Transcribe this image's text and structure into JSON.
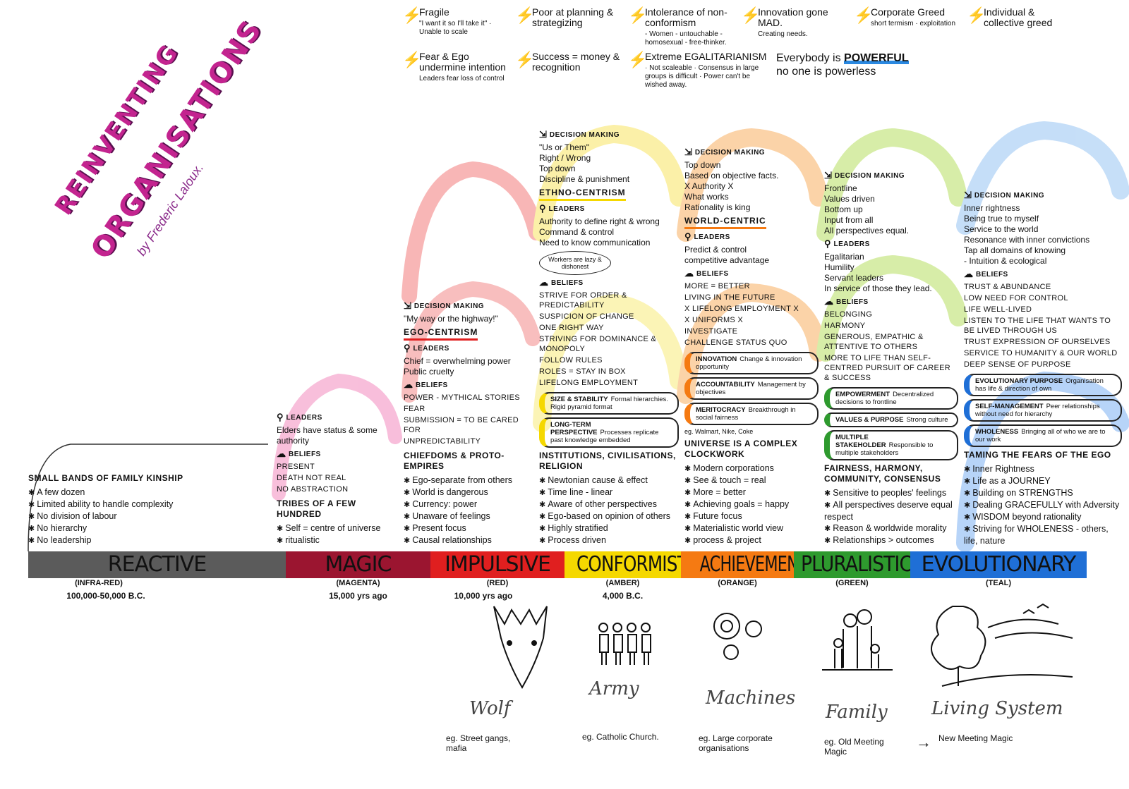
{
  "title": {
    "line1": "REINVENTING",
    "line2": "ORGANISATIONS",
    "author": "by Frederic Laloux."
  },
  "section_labels": {
    "beliefs": "BELIEFS",
    "leaders": "LEADERS",
    "decision_making": "DECISION MAKING"
  },
  "stages": [
    {
      "id": "reactive",
      "name": "REACTIVE",
      "color_label": "(INFRA-RED)",
      "date": "100,000-50,000 B.C.",
      "color": "#5b5b5b",
      "group": "SMALL BANDS OF FAMILY KINSHIP",
      "features": [
        "A few dozen",
        "Limited ability to handle complexity",
        "No division of labour",
        "No hierarchy",
        "No leadership"
      ]
    },
    {
      "id": "magic",
      "name": "MAGIC",
      "color_label": "(MAGENTA)",
      "date": "15,000 yrs ago",
      "color": "#9b1530",
      "group": "TRIBES OF A FEW HUNDRED",
      "features": [
        "Self = centre of universe",
        "ritualistic"
      ],
      "beliefs": [
        "PRESENT",
        "DEATH NOT REAL",
        "NO ABSTRACTION"
      ],
      "leaders": [
        "Elders have status & some authority"
      ]
    },
    {
      "id": "impulsive",
      "name": "IMPULSIVE",
      "color_label": "(RED)",
      "date": "10,000 yrs ago",
      "color": "#e01f1f",
      "group": "CHIEFDOMS & PROTO-EMPIRES",
      "features": [
        "Ego-separate from others",
        "World is dangerous",
        "Currency: power",
        "Unaware of feelings",
        "Present focus",
        "Causal relationships"
      ],
      "beliefs": [
        "POWER - MYTHICAL STORIES",
        "FEAR",
        "SUBMISSION = TO BE CARED FOR",
        "UNPREDICTABILITY"
      ],
      "leaders": [
        "Chief = overwhelming power",
        "Public cruelty"
      ],
      "centrism": "EGO-CENTRISM",
      "decision": [
        "\"My way or the highway!\""
      ],
      "breakdowns": [
        {
          "title": "Fragile",
          "notes": "\"I want it so I'll take it\" · Unable to scale"
        },
        {
          "title": "Poor at planning & strategizing",
          "notes": ""
        }
      ],
      "metaphor": "Wolf",
      "example": "eg. Street gangs, mafia"
    },
    {
      "id": "conformist",
      "name": "CONFORMIST",
      "color_label": "(AMBER)",
      "date": "4,000 B.C.",
      "color": "#f5d800",
      "group": "INSTITUTIONS, CIVILISATIONS, RELIGION",
      "features": [
        "Newtonian cause & effect",
        "Time line - linear",
        "Aware of other perspectives",
        "Ego-based on opinion of others",
        "Highly stratified",
        "Process driven"
      ],
      "beliefs": [
        "STRIVE FOR ORDER & PREDICTABILITY",
        "SUSPICION OF CHANGE",
        "ONE RIGHT WAY",
        "STRIVING FOR DOMINANCE & MONOPOLY",
        "FOLLOW RULES",
        "ROLES = STAY IN BOX",
        "LIFELONG EMPLOYMENT"
      ],
      "leaders": [
        "Authority to define right & wrong",
        "Command & control",
        "Need to know communication"
      ],
      "leaders_note": "Workers are lazy & dishonest",
      "centrism": "ETHNO-CENTRISM",
      "decision": [
        "\"Us or Them\"",
        "Right / Wrong",
        "Top down",
        "Discipline & punishment"
      ],
      "breakdowns": [
        {
          "title": "Intolerance of non-conformism",
          "notes": "- Women - untouchable - homosexual - free-thinker."
        }
      ],
      "breakthroughs": [
        {
          "title": "Size & Stability",
          "text": "Formal hierarchies. Rigid pyramid format"
        },
        {
          "title": "Long-Term Perspective",
          "text": "Processes replicate past knowledge embedded"
        }
      ],
      "metaphor": "Army",
      "example": "eg. Catholic Church."
    },
    {
      "id": "achievement",
      "name": "ACHIEVEMENT",
      "color_label": "(ORANGE)",
      "date": "",
      "color": "#f57a12",
      "group": "UNIVERSE IS A COMPLEX CLOCKWORK",
      "features": [
        "Modern corporations",
        "See & touch = real",
        "More = better",
        "Achieving goals = happy",
        "Future focus",
        "Materialistic world view",
        "process & project"
      ],
      "beliefs": [
        "MORE = BETTER",
        "LIVING IN THE FUTURE",
        "X LIFELONG EMPLOYMENT X",
        "X UNIFORMS X",
        "INVESTIGATE",
        "CHALLENGE STATUS QUO"
      ],
      "leaders": [
        "Predict & control",
        "competitive advantage"
      ],
      "centrism": "WORLD-CENTRIC",
      "decision": [
        "Top down",
        "Based on objective facts.",
        "X Authority X",
        "What works",
        "Rationality is king"
      ],
      "breakdowns": [
        {
          "title": "Innovation gone MAD.",
          "notes": "Creating needs."
        },
        {
          "title": "Corporate Greed",
          "notes": "short termism · exploitation"
        },
        {
          "title": "Individual & collective greed",
          "notes": ""
        },
        {
          "title": "Fear & Ego undermine intention",
          "notes": "Leaders fear loss of control"
        },
        {
          "title": "Success = money & recognition",
          "notes": ""
        }
      ],
      "breakthroughs": [
        {
          "title": "Innovation",
          "text": "Change & innovation opportunity"
        },
        {
          "title": "Accountability",
          "text": "Management by objectives"
        },
        {
          "title": "Meritocracy",
          "text": "Breakthrough in social fairness"
        }
      ],
      "example_note": "eg. Walmart, Nike, Coke",
      "metaphor": "Machines",
      "example": "eg. Large corporate organisations"
    },
    {
      "id": "pluralistic",
      "name": "PLURALISTIC",
      "color_label": "(GREEN)",
      "date": "",
      "color": "#2e9a2e",
      "group": "FAIRNESS, HARMONY, COMMUNITY, CONSENSUS",
      "features": [
        "Sensitive to peoples' feelings",
        "All perspectives deserve equal respect",
        "Reason & worldwide morality",
        "Relationships > outcomes"
      ],
      "beliefs": [
        "BELONGING",
        "HARMONY",
        "GENEROUS, EMPATHIC & ATTENTIVE TO OTHERS",
        "MORE TO LIFE THAN SELF-CENTRED PURSUIT OF CAREER & SUCCESS"
      ],
      "leaders": [
        "Egalitarian",
        "Humility",
        "Servant leaders",
        "In service of those they lead."
      ],
      "decision": [
        "Frontline",
        "Values driven",
        "Bottom up",
        "Input from all",
        "All perspectives equal."
      ],
      "breakdowns": [
        {
          "title": "Extreme EGALITARIANISM",
          "notes": "· Not scaleable · Consensus in large groups is difficult · Power can't be wished away."
        }
      ],
      "breakthroughs": [
        {
          "title": "Empowerment",
          "text": "Decentralized decisions to frontline"
        },
        {
          "title": "Values & Purpose",
          "text": "Strong culture"
        },
        {
          "title": "Multiple Stakeholder",
          "text": "Responsible to multiple stakeholders"
        }
      ],
      "metaphor": "Family",
      "example": "eg. Old Meeting Magic",
      "arrow": "→"
    },
    {
      "id": "evolutionary",
      "name": "EVOLUTIONARY",
      "color_label": "(TEAL)",
      "date": "",
      "color": "#1f6fd6",
      "group": "TAMING THE FEARS OF THE EGO",
      "features": [
        "Inner Rightness",
        "Life as a JOURNEY",
        "Building on STRENGTHS",
        "Dealing GRACEFULLY with Adversity",
        "WISDOM beyond rationality",
        "Striving for WHOLENESS - others, life, nature"
      ],
      "beliefs": [
        "TRUST & ABUNDANCE",
        "LOW NEED FOR CONTROL",
        "LIFE WELL-LIVED",
        "LISTEN TO THE LIFE THAT WANTS TO BE LIVED THROUGH US",
        "TRUST EXPRESSION OF OURSELVES",
        "SERVICE TO HUMANITY & OUR WORLD",
        "DEEP SENSE OF PURPOSE"
      ],
      "headline": {
        "a": "Everybody is",
        "b": "POWERFUL",
        "c": "no one is powerless"
      },
      "decision": [
        "Inner rightness",
        "Being true to myself",
        "Service to the world",
        "Resonance with inner convictions",
        "Tap all domains of knowing",
        "- Intuition & ecological"
      ],
      "breakthroughs": [
        {
          "title": "Evolutionary Purpose",
          "text": "Organisation has life & direction of own"
        },
        {
          "title": "Self-Management",
          "text": "Peer relationships without need for hierarchy"
        },
        {
          "title": "Wholeness",
          "text": "Bringing all of who we are to our work"
        }
      ],
      "metaphor": "Living System",
      "example": "New Meeting Magic"
    }
  ]
}
